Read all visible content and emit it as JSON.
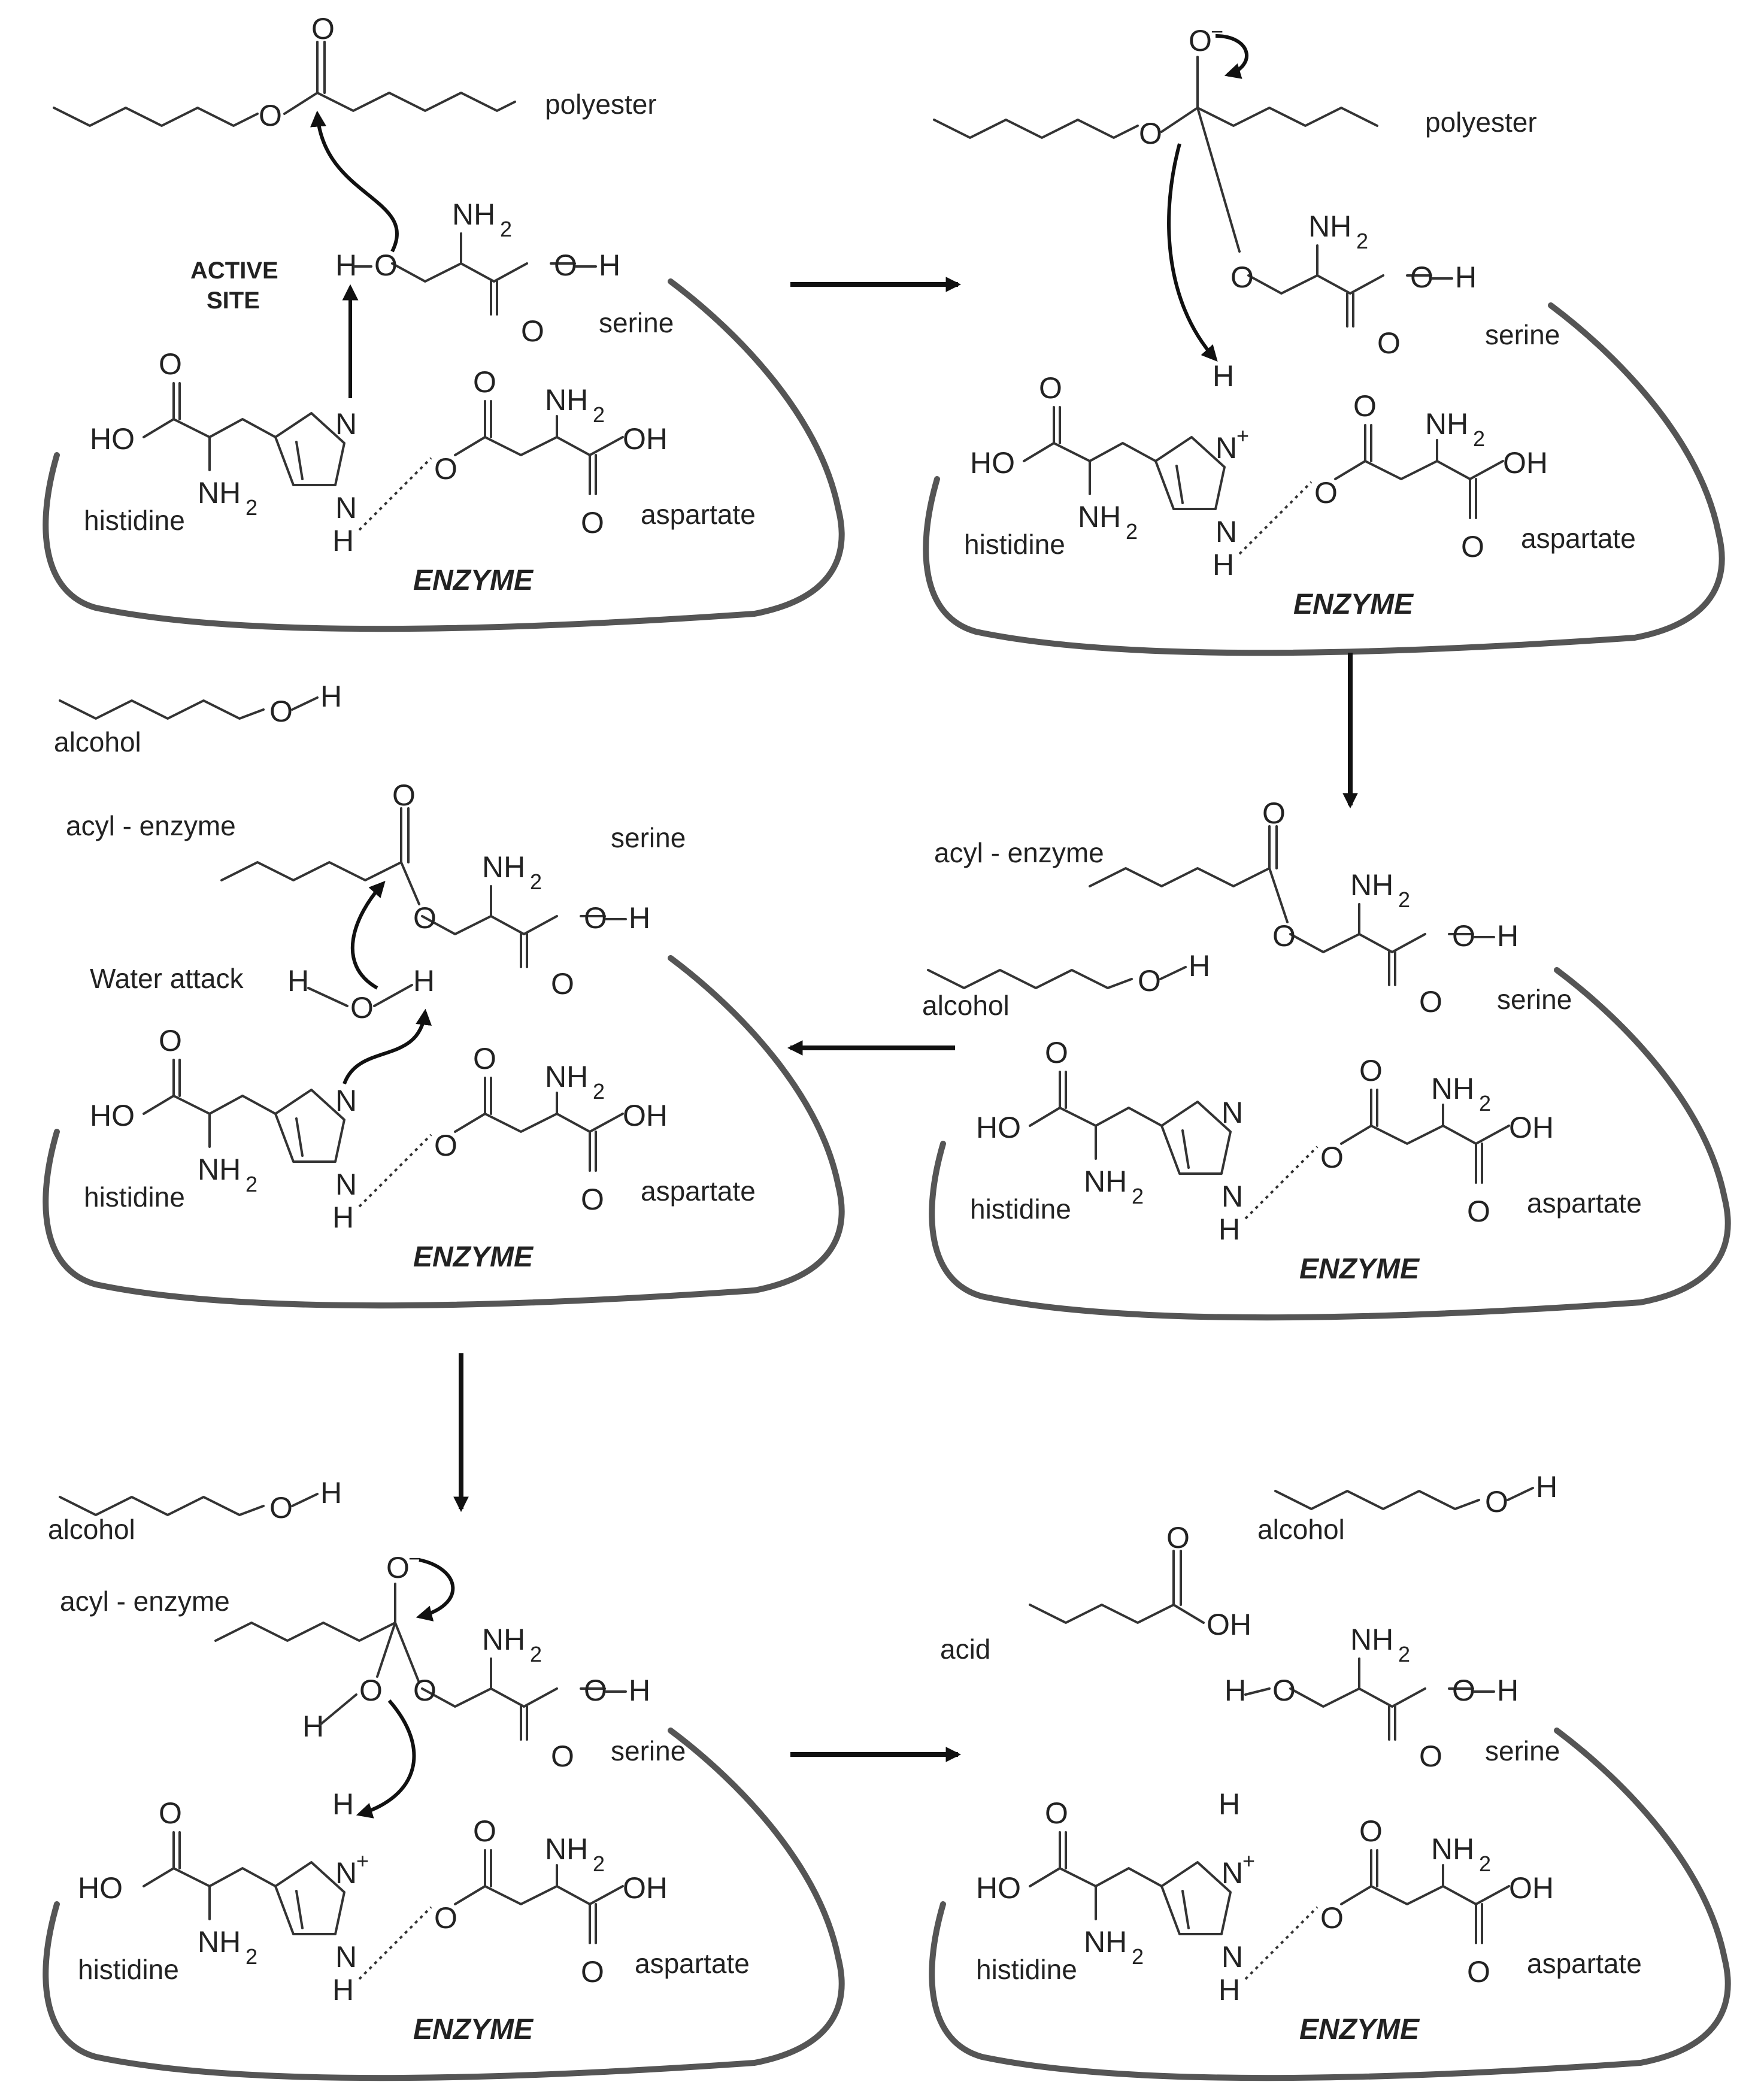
{
  "labels": {
    "polyester": "polyester",
    "serine": "serine",
    "histidine": "histidine",
    "aspartate": "aspartate",
    "enzyme": "ENZYME",
    "active_site_line1": "ACTIVE",
    "active_site_line2": "SITE",
    "alcohol": "alcohol",
    "acyl_enzyme": "acyl - enzyme",
    "water_attack": "Water attack",
    "acid": "acid"
  },
  "atoms": {
    "O": "O",
    "N": "N",
    "H": "H",
    "NH": "NH",
    "OH": "OH",
    "HO": "HO",
    "two": "2",
    "plus": "+",
    "minus": "−"
  },
  "flow": {
    "panels": 6,
    "steps": [
      "right",
      "down",
      "left",
      "down",
      "right"
    ]
  },
  "colors": {
    "ink": "#222222",
    "enzyme_outline": "#555555",
    "arrow": "#111111"
  }
}
